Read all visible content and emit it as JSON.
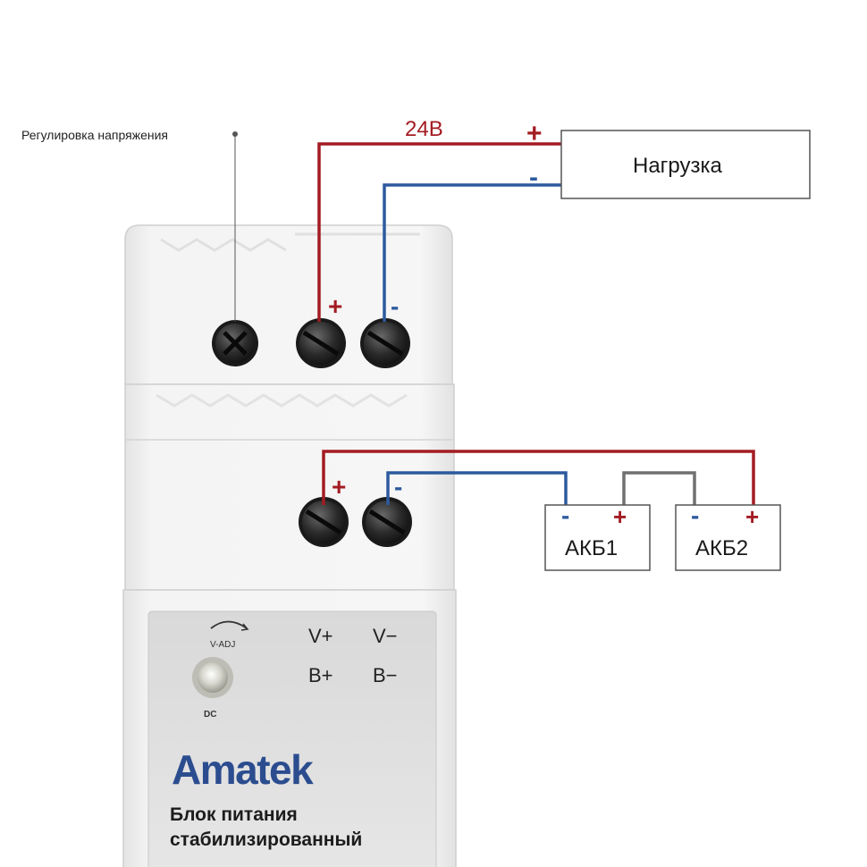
{
  "annotation": {
    "voltage_adjust": "Регулировка напряжения"
  },
  "wires": {
    "voltage": "24В",
    "plus": "+",
    "minus": "-",
    "color_positive": "#a31c22",
    "color_negative": "#2d5a9e",
    "color_bridge": "#707070"
  },
  "load": {
    "label": "Нагрузка"
  },
  "batteries": [
    {
      "label": "АКБ1",
      "minus": "-",
      "plus": "+"
    },
    {
      "label": "АКБ2",
      "minus": "-",
      "plus": "+"
    }
  ],
  "device": {
    "terminals_top": {
      "plus": "+",
      "minus": "-"
    },
    "terminals_bottom": {
      "plus": "+",
      "minus": "-"
    },
    "panel": {
      "adjust_label": "V-ADJ",
      "led_label": "DC",
      "v_plus": "V+",
      "v_minus": "V−",
      "b_plus": "B+",
      "b_minus": "B−",
      "brand": "Amatek",
      "brand_color": "#2b4d8f",
      "caption_line1": "Блок питания",
      "caption_line2": "стабилизированный"
    }
  }
}
